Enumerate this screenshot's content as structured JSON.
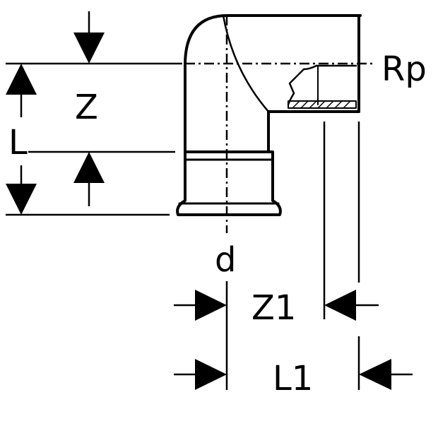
{
  "diagram": {
    "labels": {
      "z": "Z",
      "l": "L",
      "rp": "Rp",
      "d": "d",
      "z1": "Z1",
      "l1": "L1"
    },
    "colors": {
      "line": "#000000",
      "background": "#ffffff"
    }
  }
}
